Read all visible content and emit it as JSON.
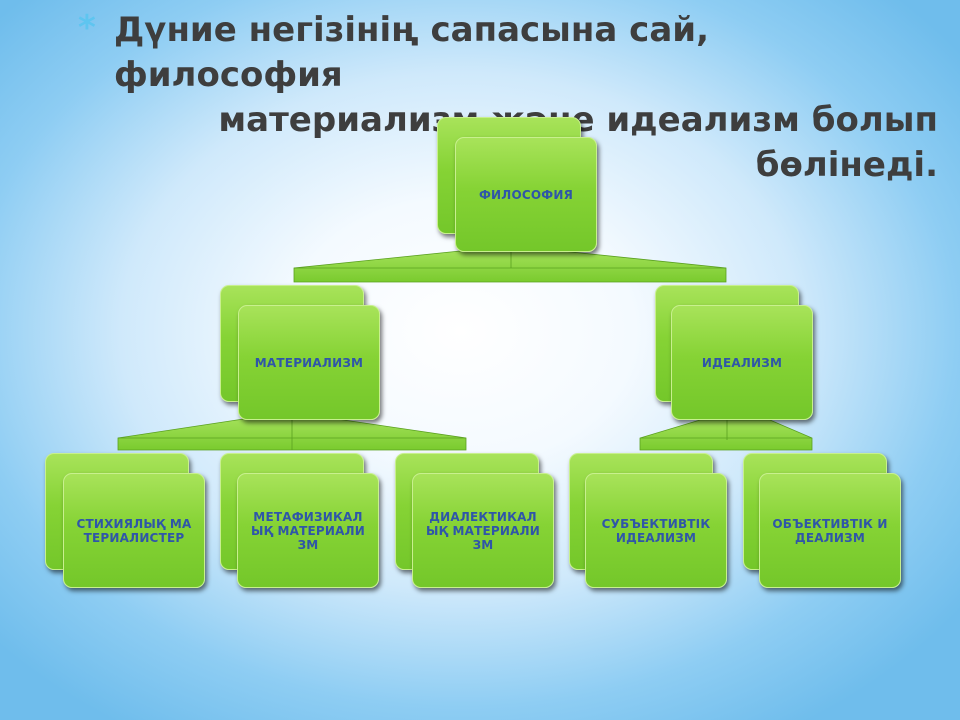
{
  "title": {
    "bullet": "*",
    "line1": "Дүние негізінің сапасына сай, философия",
    "line2": "материализм және идеализм болып",
    "line3": "бөлінеді."
  },
  "nodes": {
    "root": "ФИЛОСОФИЯ",
    "materialism": "МАТЕРИАЛИЗМ",
    "idealism": "ИДЕАЛИЗМ",
    "spontaneous": "СТИХИЯЛЫҚ МАТЕРИАЛИСТЕР",
    "metaphysical": "МЕТАФИЗИКАЛЫҚ МАТЕРИАЛИЗМ",
    "dialectical": "ДИАЛЕКТИКАЛЫҚ МАТЕРИАЛИЗМ",
    "subjective": "СУБЪЕКТИВТІК ИДЕАЛИЗМ",
    "objective": "ОБЪЕКТИВТІК ИДЕАЛИЗМ"
  },
  "colors": {
    "node_fill": "#86d335",
    "node_text": "#2f56a8",
    "connector": "#8ed43c",
    "title_text": "#3e3e3e",
    "bullet": "#5ec5f0"
  }
}
